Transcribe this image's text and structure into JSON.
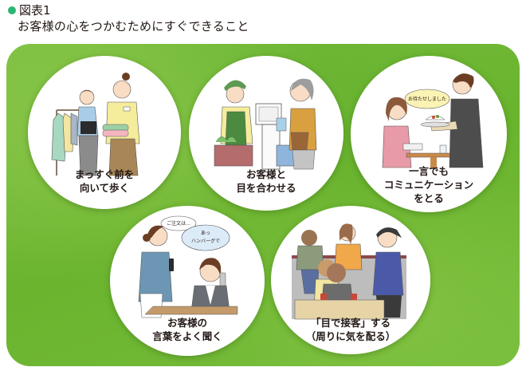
{
  "header": {
    "figure_label": "図表1",
    "title": "お客様の心をつかむためにすぐできること",
    "bullet_color": "#2bb673"
  },
  "panel": {
    "background_color": "#6fb733"
  },
  "items": [
    {
      "caption_line1": "まっすぐ前を",
      "caption_line2": "向いて歩く",
      "illustration": "staff-walking-forward-with-folded-clothes"
    },
    {
      "caption_line1": "お客様と",
      "caption_line2": "目を合わせる",
      "illustration": "cashier-making-eye-contact-with-customer"
    },
    {
      "caption_line1": "一言でも",
      "caption_line2": "コミュニケーション",
      "caption_line3": "をとる",
      "illustration": "waiter-serving-food",
      "speech_bubble": "お待たせしました"
    },
    {
      "caption_line1": "お客様の",
      "caption_line2": "言葉をよく聞く",
      "illustration": "waitress-taking-order",
      "speech_bubble_staff": "ご注文は…",
      "speech_bubble_customer_line1": "あっ",
      "speech_bubble_customer_line2": "ハンバーグで"
    },
    {
      "caption_line1": "「目で接客」する",
      "caption_line2": "（周りに気を配る）",
      "illustration": "staff-attentive-at-counter"
    }
  ]
}
